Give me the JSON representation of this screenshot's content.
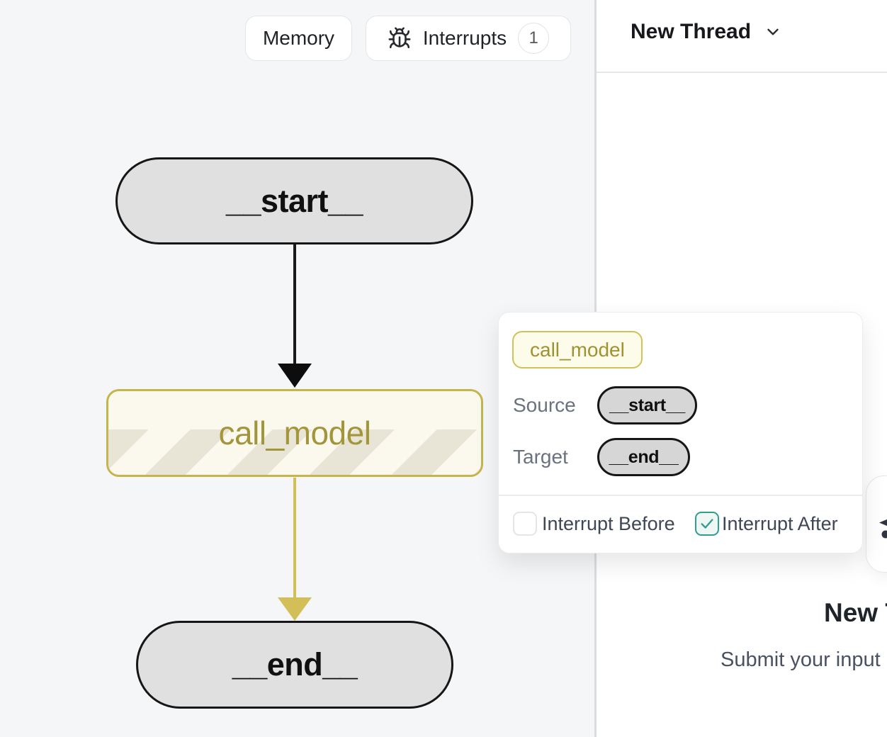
{
  "graph_toolbar": {
    "memory_button": "Memory",
    "interrupts_button": "Interrupts",
    "interrupts_count": "1"
  },
  "graph": {
    "start_node": "__start__",
    "call_model_node": "call_model",
    "end_node": "__end__"
  },
  "node_popover": {
    "title_chip": "call_model",
    "source_label": "Source",
    "source_value": "__start__",
    "target_label": "Target",
    "target_value": "__end__",
    "interrupt_before": {
      "label": "Interrupt Before",
      "checked": false
    },
    "interrupt_after": {
      "label": "Interrupt After",
      "checked": true
    }
  },
  "thread_panel": {
    "header_title": "New Thread",
    "empty_heading": "New Thread",
    "empty_subtext": "Submit your input"
  },
  "colors": {
    "canvas_bg": "#f5f6f8",
    "node_gray_fill": "#e0e0e0",
    "node_border_black": "#161616",
    "accent_yellow_border": "#c6b44d",
    "accent_yellow_edge": "#d2bf58",
    "accent_yellow_text": "#a3953b",
    "accent_teal": "#2f9e8f",
    "panel_divider": "#dbdcdf"
  }
}
